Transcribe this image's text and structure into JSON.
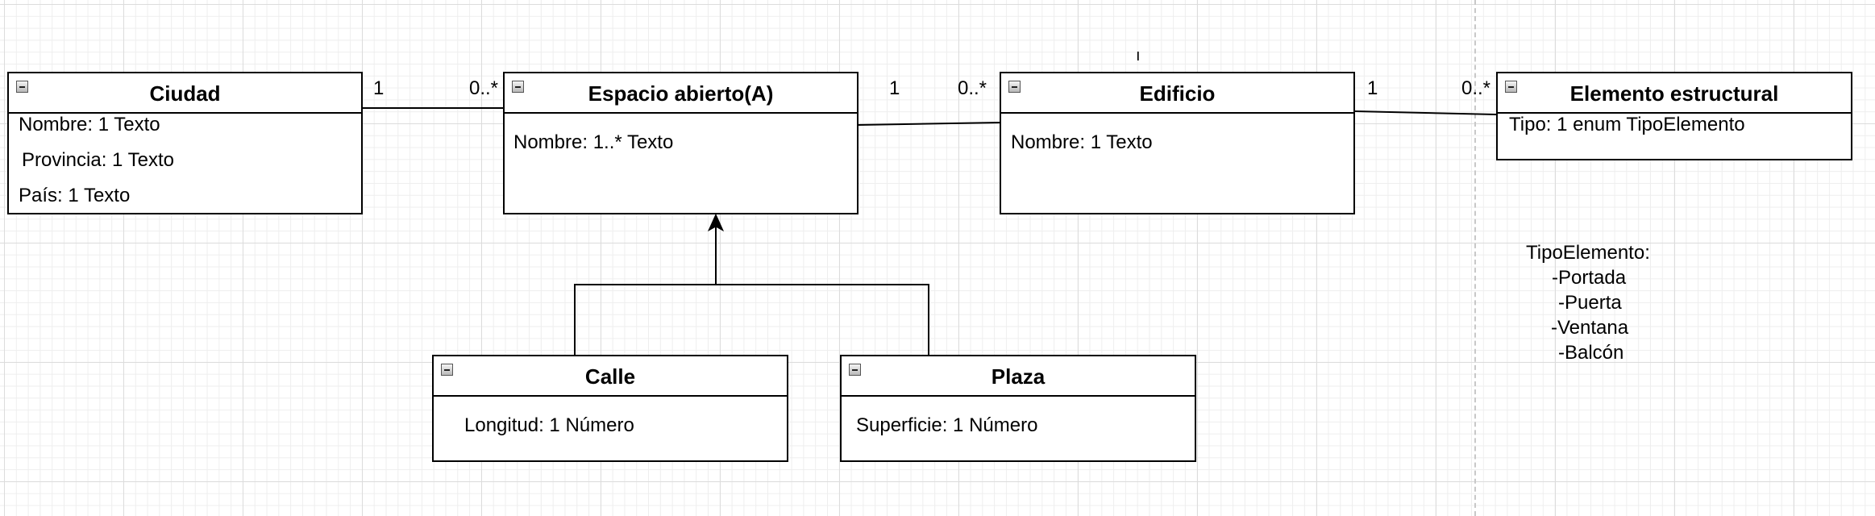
{
  "classes": {
    "ciudad": {
      "name": "Ciudad",
      "attrs": [
        "Nombre: 1 Texto",
        "Provincia: 1 Texto",
        "País: 1 Texto"
      ]
    },
    "espacio": {
      "name": "Espacio abierto(A)",
      "attrs": [
        "Nombre: 1..* Texto"
      ]
    },
    "edificio": {
      "name": "Edificio",
      "attrs": [
        "Nombre: 1 Texto"
      ]
    },
    "elemento": {
      "name": "Elemento estructural",
      "attrs": [
        "Tipo: 1 enum TipoElemento"
      ]
    },
    "calle": {
      "name": "Calle",
      "attrs": [
        "Longitud: 1 Número"
      ]
    },
    "plaza": {
      "name": "Plaza",
      "attrs": [
        "Superficie: 1 Número"
      ]
    }
  },
  "associations": [
    {
      "from": "Ciudad",
      "to": "Espacio abierto(A)",
      "from_mult": "1",
      "to_mult": "0..*"
    },
    {
      "from": "Espacio abierto(A)",
      "to": "Edificio",
      "from_mult": "1",
      "to_mult": "0..*"
    },
    {
      "from": "Edificio",
      "to": "Elemento estructural",
      "from_mult": "1",
      "to_mult": "0..*"
    }
  ],
  "generalization": {
    "parent": "Espacio abierto(A)",
    "children": [
      "Calle",
      "Plaza"
    ]
  },
  "enum_note": {
    "title": "TipoElemento:",
    "values": [
      "-Portada",
      "-Puerta",
      "-Ventana",
      "-Balcón"
    ]
  },
  "stray_mark": "ı"
}
